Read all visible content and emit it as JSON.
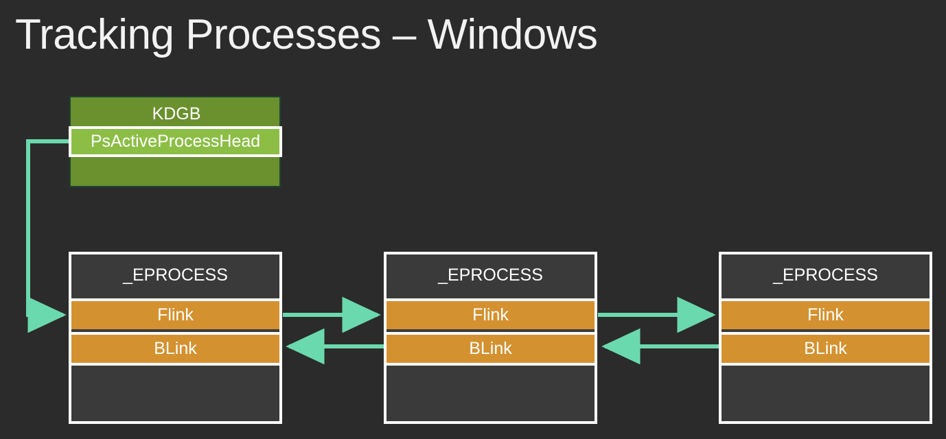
{
  "slide": {
    "title": "Tracking Processes – Windows",
    "background_color": "#2b2b2b"
  },
  "colors": {
    "background": "#2b2b2b",
    "box_fill": "#3a3a3a",
    "box_border": "#ffffff",
    "kdgb_fill": "#6b912f",
    "kdgb_border": "#1e4430",
    "pointer_field_fill": "#8cbe46",
    "link_field_fill": "#d4912f",
    "arrow": "#6bd9ae",
    "text": "#ffffff",
    "title_text": "#f2f2f2"
  },
  "kdgb": {
    "title": "KDGB",
    "pointer_field": "PsActiveProcessHead"
  },
  "eprocess_list": [
    {
      "header": "_EPROCESS",
      "flink_label": "Flink",
      "blink_label": "BLink"
    },
    {
      "header": "_EPROCESS",
      "flink_label": "Flink",
      "blink_label": "BLink"
    },
    {
      "header": "_EPROCESS",
      "flink_label": "Flink",
      "blink_label": "BLink"
    }
  ],
  "connectors": [
    {
      "name": "psactivehead-to-node0-flink",
      "from": "PsActiveProcessHead",
      "to": "_EPROCESS[0].Flink",
      "style": "elbow-arrow"
    },
    {
      "name": "node0-flink-to-node1",
      "from": "_EPROCESS[0].Flink",
      "to": "_EPROCESS[1]",
      "style": "arrow-right"
    },
    {
      "name": "node1-blink-to-node0",
      "from": "_EPROCESS[1].BLink",
      "to": "_EPROCESS[0]",
      "style": "arrow-left"
    },
    {
      "name": "node1-flink-to-node2",
      "from": "_EPROCESS[1].Flink",
      "to": "_EPROCESS[2]",
      "style": "arrow-right"
    },
    {
      "name": "node2-blink-to-node1",
      "from": "_EPROCESS[2].BLink",
      "to": "_EPROCESS[1]",
      "style": "arrow-left"
    }
  ]
}
